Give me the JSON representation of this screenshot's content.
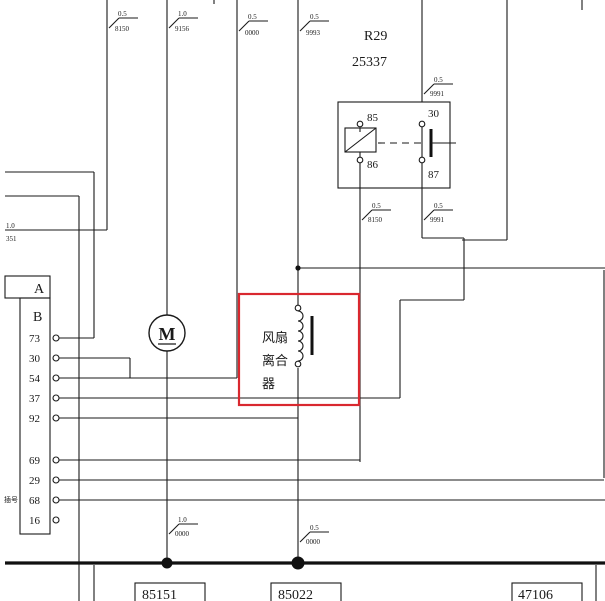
{
  "wire_labels": [
    {
      "size": "0.5",
      "code": "8150"
    },
    {
      "size": "1.0",
      "code": "9156"
    },
    {
      "size": "0.5",
      "code": "0000"
    },
    {
      "size": "0.5",
      "code": "9993"
    },
    {
      "size": "0.5",
      "code": "9991"
    },
    {
      "size": "0.5",
      "code": "8150"
    },
    {
      "size": "0.5",
      "code": "9991"
    },
    {
      "size": "1.0",
      "code": "0000"
    },
    {
      "size": "0.5",
      "code": "0000"
    },
    {
      "size": "1.0",
      "code": "351"
    }
  ],
  "relay": {
    "name": "R29",
    "part": "25337",
    "pins": [
      "85",
      "86",
      "30",
      "87"
    ]
  },
  "connector": {
    "header_a": "A",
    "header_b": "B",
    "pins": [
      "73",
      "30",
      "54",
      "37",
      "92",
      "69",
      "29",
      "68",
      "16"
    ],
    "side_note": "插号"
  },
  "motor": {
    "symbol": "M"
  },
  "clutch": {
    "line1": "风扇",
    "line2": "离合",
    "line3": "器"
  },
  "ground_boxes": [
    "85151",
    "85022",
    "47106"
  ],
  "highlight_color": "#d9282f"
}
